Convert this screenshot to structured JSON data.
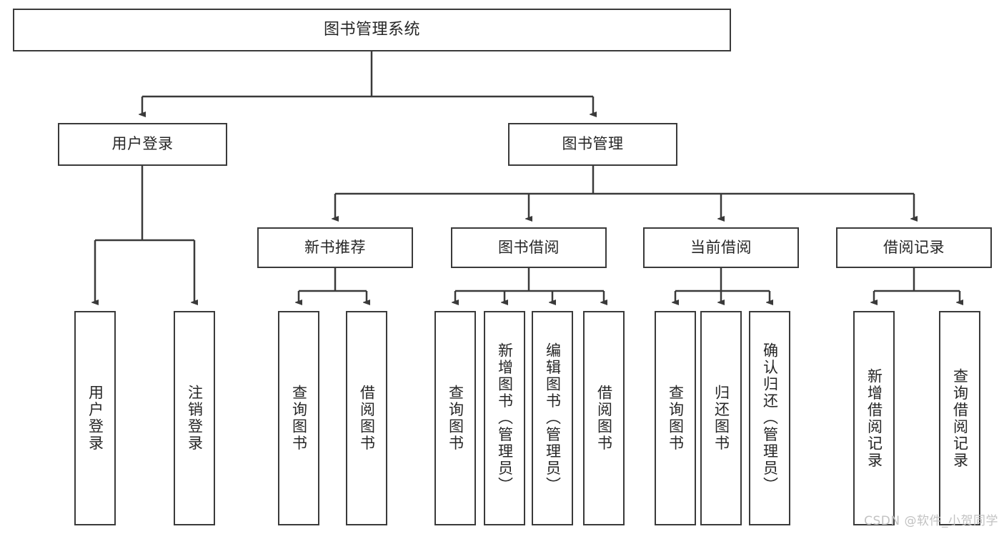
{
  "diagram": {
    "title": "图书管理系统",
    "type": "tree",
    "watermark": "CSDN @软件_小贺同学",
    "colors": {
      "background": "#ffffff",
      "box_border": "#3a3a3a",
      "box_fill": "#ffffff",
      "text": "#262626",
      "connector": "#3a3a3a",
      "watermark": "#c2c2c2"
    },
    "nodes": {
      "root": {
        "label": "图书管理系统"
      },
      "level2": [
        {
          "label": "用户登录"
        },
        {
          "label": "图书管理"
        }
      ],
      "level3": [
        {
          "label": "新书推荐"
        },
        {
          "label": "图书借阅"
        },
        {
          "label": "当前借阅"
        },
        {
          "label": "借阅记录"
        }
      ],
      "leaves": {
        "user_login": [
          {
            "label": "用户登录"
          },
          {
            "label": "注销登录"
          }
        ],
        "new_book": [
          {
            "label": "查询图书"
          },
          {
            "label": "借阅图书"
          }
        ],
        "book_borrow": [
          {
            "label": "查询图书"
          },
          {
            "label": "新增图书（管理员）"
          },
          {
            "label": "编辑图书（管理员）"
          },
          {
            "label": "借阅图书"
          }
        ],
        "current_borrow": [
          {
            "label": "查询图书"
          },
          {
            "label": "归还图书"
          },
          {
            "label": "确认归还（管理员）"
          }
        ],
        "borrow_record": [
          {
            "label": "新增借阅记录"
          },
          {
            "label": "查询借阅记录"
          }
        ]
      }
    }
  }
}
